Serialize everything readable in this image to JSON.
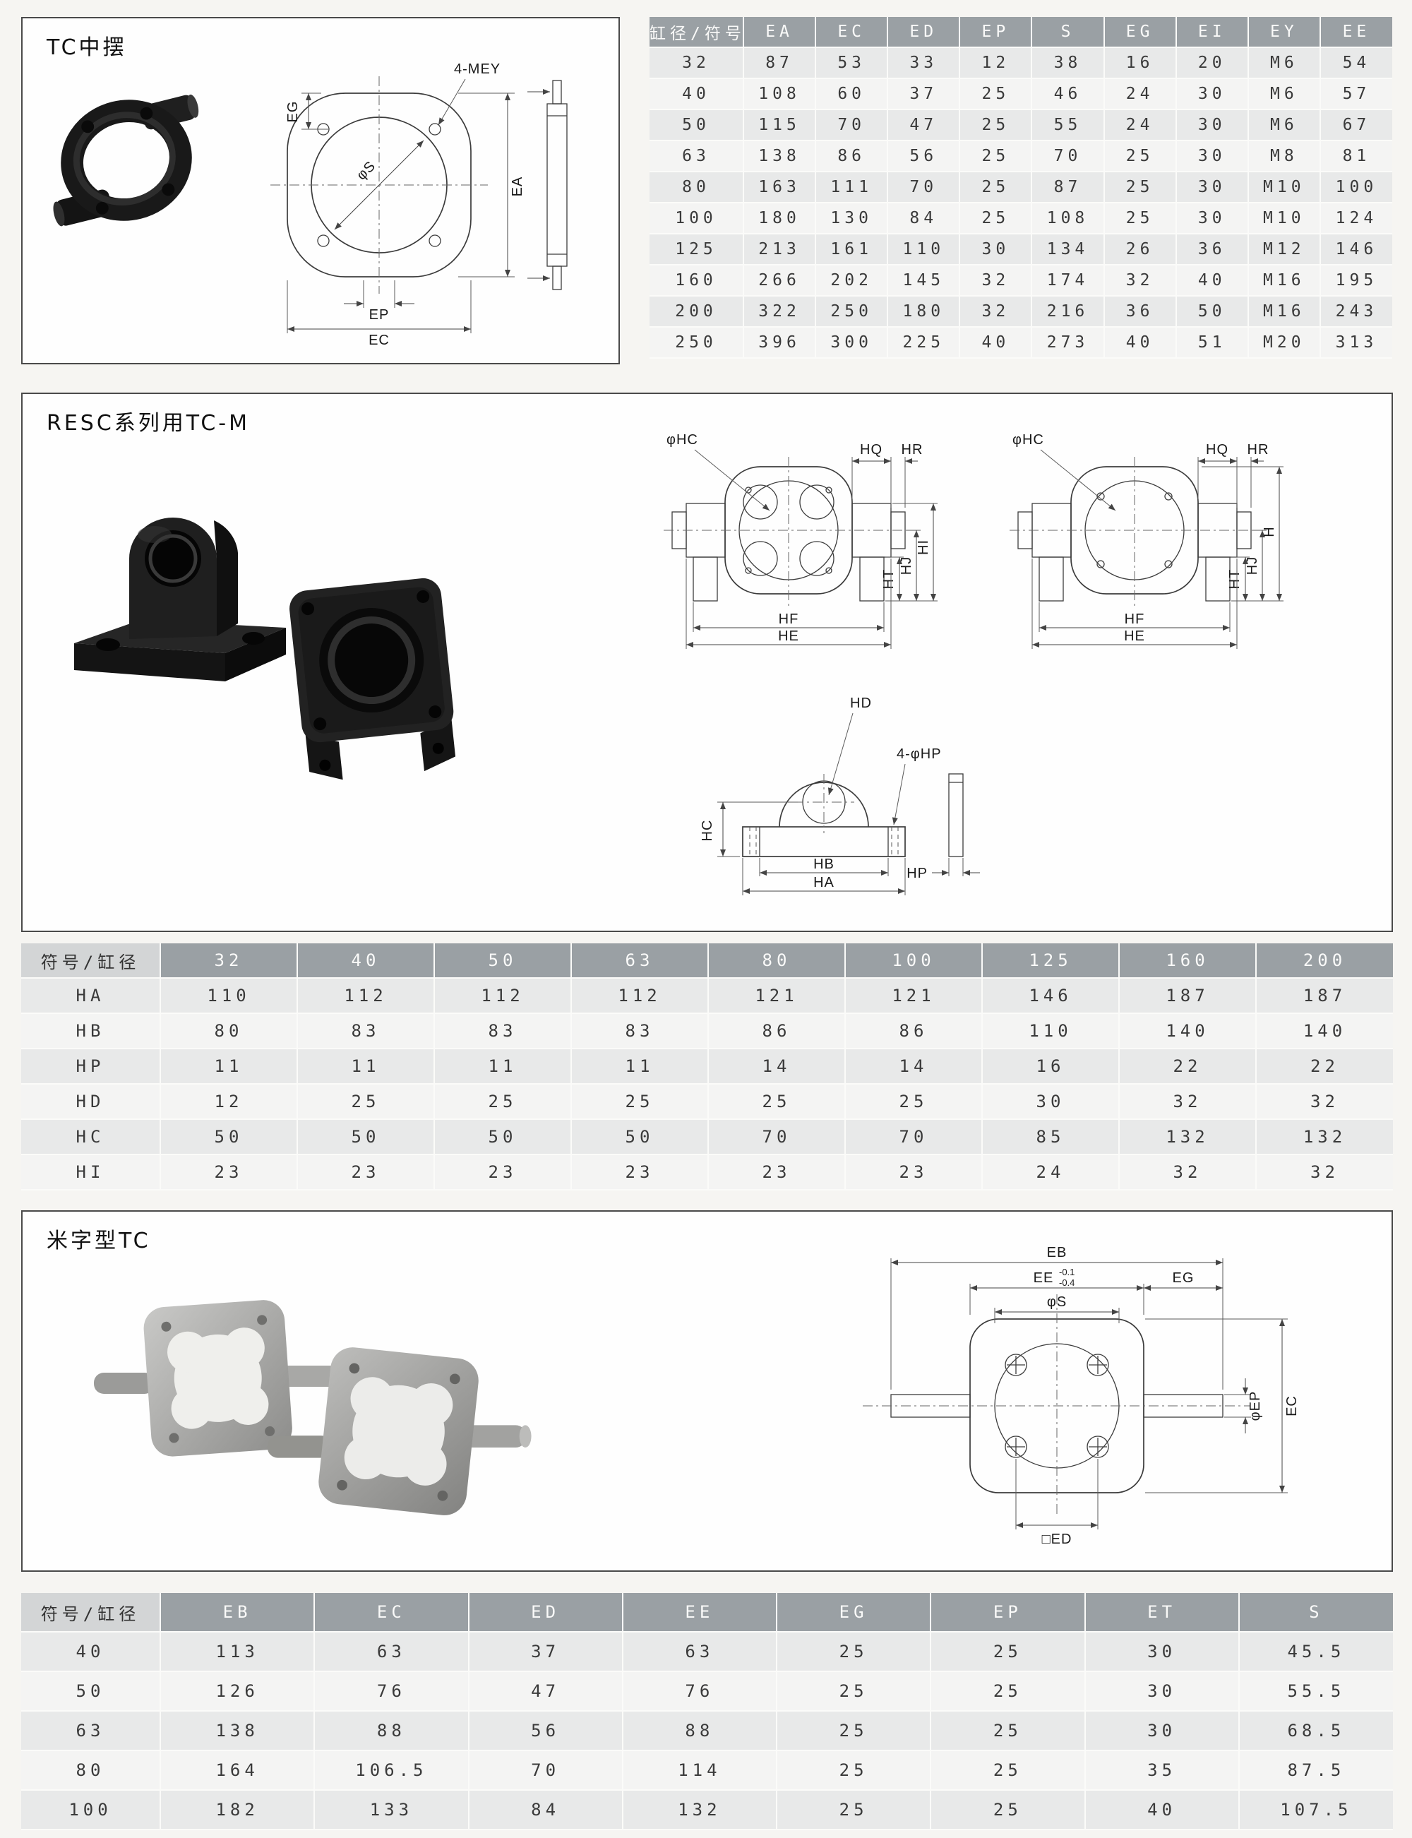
{
  "section_tc": {
    "title": "TC中摆",
    "labels": {
      "eg": "EG",
      "mey": "4-MEY",
      "phis": "φS",
      "ea": "EA",
      "ep": "EP",
      "ec": "EC"
    },
    "table": {
      "header": [
        "缸径/符号",
        "EA",
        "EC",
        "ED",
        "EP",
        "S",
        "EG",
        "EI",
        "EY",
        "EE"
      ],
      "rows": [
        [
          "32",
          "87",
          "53",
          "33",
          "12",
          "38",
          "16",
          "20",
          "M6",
          "54"
        ],
        [
          "40",
          "108",
          "60",
          "37",
          "25",
          "46",
          "24",
          "30",
          "M6",
          "57"
        ],
        [
          "50",
          "115",
          "70",
          "47",
          "25",
          "55",
          "24",
          "30",
          "M6",
          "67"
        ],
        [
          "63",
          "138",
          "86",
          "56",
          "25",
          "70",
          "25",
          "30",
          "M8",
          "81"
        ],
        [
          "80",
          "163",
          "111",
          "70",
          "25",
          "87",
          "25",
          "30",
          "M10",
          "100"
        ],
        [
          "100",
          "180",
          "130",
          "84",
          "25",
          "108",
          "25",
          "30",
          "M10",
          "124"
        ],
        [
          "125",
          "213",
          "161",
          "110",
          "30",
          "134",
          "26",
          "36",
          "M12",
          "146"
        ],
        [
          "160",
          "266",
          "202",
          "145",
          "32",
          "174",
          "32",
          "40",
          "M16",
          "195"
        ],
        [
          "200",
          "322",
          "250",
          "180",
          "32",
          "216",
          "36",
          "50",
          "M16",
          "243"
        ],
        [
          "250",
          "396",
          "300",
          "225",
          "40",
          "273",
          "40",
          "51",
          "M20",
          "313"
        ]
      ]
    }
  },
  "section_resc": {
    "title": "RESC系列用TC-M",
    "labels": {
      "phihc": "φHC",
      "hq": "HQ",
      "hr": "HR",
      "hi": "HI",
      "hj": "HJ",
      "ht": "HT",
      "hf": "HF",
      "he": "HE",
      "h": "H",
      "hd": "HD",
      "php": "4-φHP",
      "hc": "HC",
      "hb": "HB",
      "ha": "HA",
      "hp": "HP"
    },
    "table": {
      "header": [
        "符号/缸径",
        "32",
        "40",
        "50",
        "63",
        "80",
        "100",
        "125",
        "160",
        "200"
      ],
      "rows": [
        [
          "HA",
          "110",
          "112",
          "112",
          "112",
          "121",
          "121",
          "146",
          "187",
          "187"
        ],
        [
          "HB",
          "80",
          "83",
          "83",
          "83",
          "86",
          "86",
          "110",
          "140",
          "140"
        ],
        [
          "HP",
          "11",
          "11",
          "11",
          "11",
          "14",
          "14",
          "16",
          "22",
          "22"
        ],
        [
          "HD",
          "12",
          "25",
          "25",
          "25",
          "25",
          "25",
          "30",
          "32",
          "32"
        ],
        [
          "HC",
          "50",
          "50",
          "50",
          "50",
          "70",
          "70",
          "85",
          "132",
          "132"
        ],
        [
          "HI",
          "23",
          "23",
          "23",
          "23",
          "23",
          "23",
          "24",
          "32",
          "32"
        ]
      ]
    }
  },
  "section_mi": {
    "title": "米字型TC",
    "labels": {
      "eb": "EB",
      "ee": "EE",
      "tol_top": "-0.1",
      "tol_bot": "-0.4",
      "eg": "EG",
      "phis": "φS",
      "phiep": "φEP",
      "ec": "EC",
      "ed": "□ED"
    },
    "table": {
      "header": [
        "符号/缸径",
        "EB",
        "EC",
        "ED",
        "EE",
        "EG",
        "EP",
        "ET",
        "S"
      ],
      "rows": [
        [
          "40",
          "113",
          "63",
          "37",
          "63",
          "25",
          "25",
          "30",
          "45.5"
        ],
        [
          "50",
          "126",
          "76",
          "47",
          "76",
          "25",
          "25",
          "30",
          "55.5"
        ],
        [
          "63",
          "138",
          "88",
          "56",
          "88",
          "25",
          "25",
          "30",
          "68.5"
        ],
        [
          "80",
          "164",
          "106.5",
          "70",
          "114",
          "25",
          "25",
          "35",
          "87.5"
        ],
        [
          "100",
          "182",
          "133",
          "84",
          "132",
          "25",
          "25",
          "40",
          "107.5"
        ]
      ]
    }
  }
}
